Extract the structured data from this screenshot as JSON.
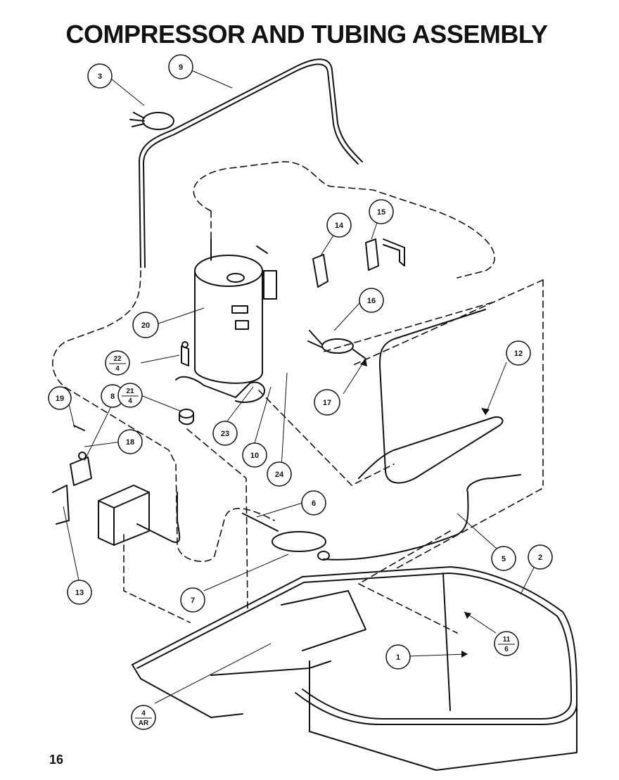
{
  "title": "COMPRESSOR AND TUBING ASSEMBLY",
  "page_number": "16",
  "callouts": [
    {
      "id": "3",
      "label": "3"
    },
    {
      "id": "9",
      "label": "9"
    },
    {
      "id": "14",
      "label": "14"
    },
    {
      "id": "15",
      "label": "15"
    },
    {
      "id": "16",
      "label": "16"
    },
    {
      "id": "20",
      "label": "20"
    },
    {
      "id": "17",
      "label": "17"
    },
    {
      "id": "12",
      "label": "12"
    },
    {
      "id": "19",
      "label": "19"
    },
    {
      "id": "8",
      "label": "8"
    },
    {
      "id": "18",
      "label": "18"
    },
    {
      "id": "23",
      "label": "23"
    },
    {
      "id": "10",
      "label": "10"
    },
    {
      "id": "24",
      "label": "24"
    },
    {
      "id": "6",
      "label": "6"
    },
    {
      "id": "5",
      "label": "5"
    },
    {
      "id": "2",
      "label": "2"
    },
    {
      "id": "13",
      "label": "13"
    },
    {
      "id": "7",
      "label": "7"
    },
    {
      "id": "1",
      "label": "1"
    }
  ],
  "fraction_callouts": [
    {
      "id": "22-4",
      "top": "22",
      "bottom": "4"
    },
    {
      "id": "21-4",
      "top": "21",
      "bottom": "4"
    },
    {
      "id": "11-6",
      "top": "11",
      "bottom": "6"
    },
    {
      "id": "4-AR",
      "top": "4",
      "bottom": "AR"
    }
  ]
}
